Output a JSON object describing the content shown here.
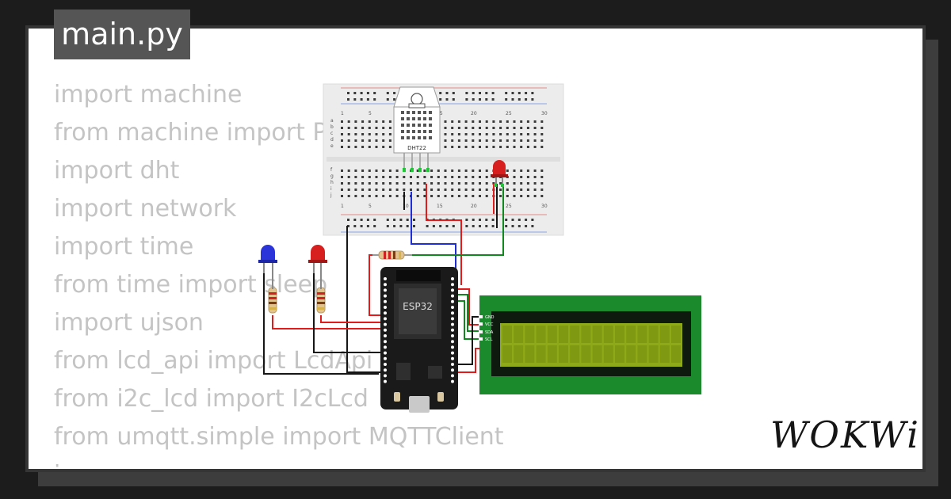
{
  "tab": {
    "filename": "main.py"
  },
  "code_lines": [
    "import machine",
    "from machine import P",
    "import dht",
    "import network",
    "import time",
    "from time import sleep",
    "import ujson",
    "from lcd_api import LcdApi",
    "from i2c_lcd import I2cLcd",
    "from umqtt.simple import MQTTClient",
    "i"
  ],
  "breadboard": {
    "col_labels": [
      "1",
      "5",
      "10",
      "15",
      "20",
      "25",
      "30"
    ],
    "row_labels_top": [
      "a",
      "b",
      "c",
      "d",
      "e"
    ],
    "row_labels_bottom": [
      "f",
      "g",
      "h",
      "i",
      "j"
    ]
  },
  "components": {
    "sensor_label": "DHT22",
    "mcu_label": "ESP32",
    "lcd_pins": [
      "GND",
      "VCC",
      "SDA",
      "SCL"
    ]
  },
  "brand": {
    "logo": "WOKWi"
  },
  "colors": {
    "led_blue": "#2b34d8",
    "led_red": "#d81f1f",
    "lcd_board": "#1a8a2c",
    "lcd_screen": "#8faa18",
    "wire_red": "#e01b1b",
    "wire_blue": "#1e2ed4",
    "wire_green": "#11881f",
    "wire_black": "#161616"
  }
}
